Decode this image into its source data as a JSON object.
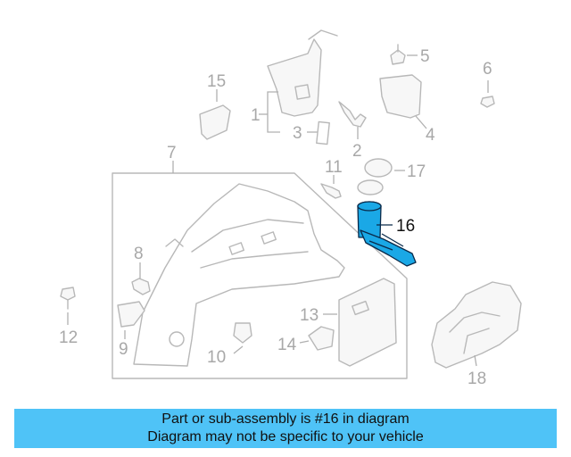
{
  "diagram": {
    "callouts": [
      "1",
      "2",
      "3",
      "4",
      "5",
      "6",
      "7",
      "8",
      "9",
      "10",
      "11",
      "12",
      "13",
      "14",
      "15",
      "16",
      "17",
      "18"
    ],
    "highlighted_part": "16"
  },
  "banner": {
    "line1": "Part or sub-assembly is #16 in diagram",
    "line2": "Diagram may not be specific to your vehicle"
  },
  "colors": {
    "banner_bg": "#4fc3f7",
    "highlight_fill": "#1aa8e6",
    "line_gray": "#b8b8b8"
  }
}
